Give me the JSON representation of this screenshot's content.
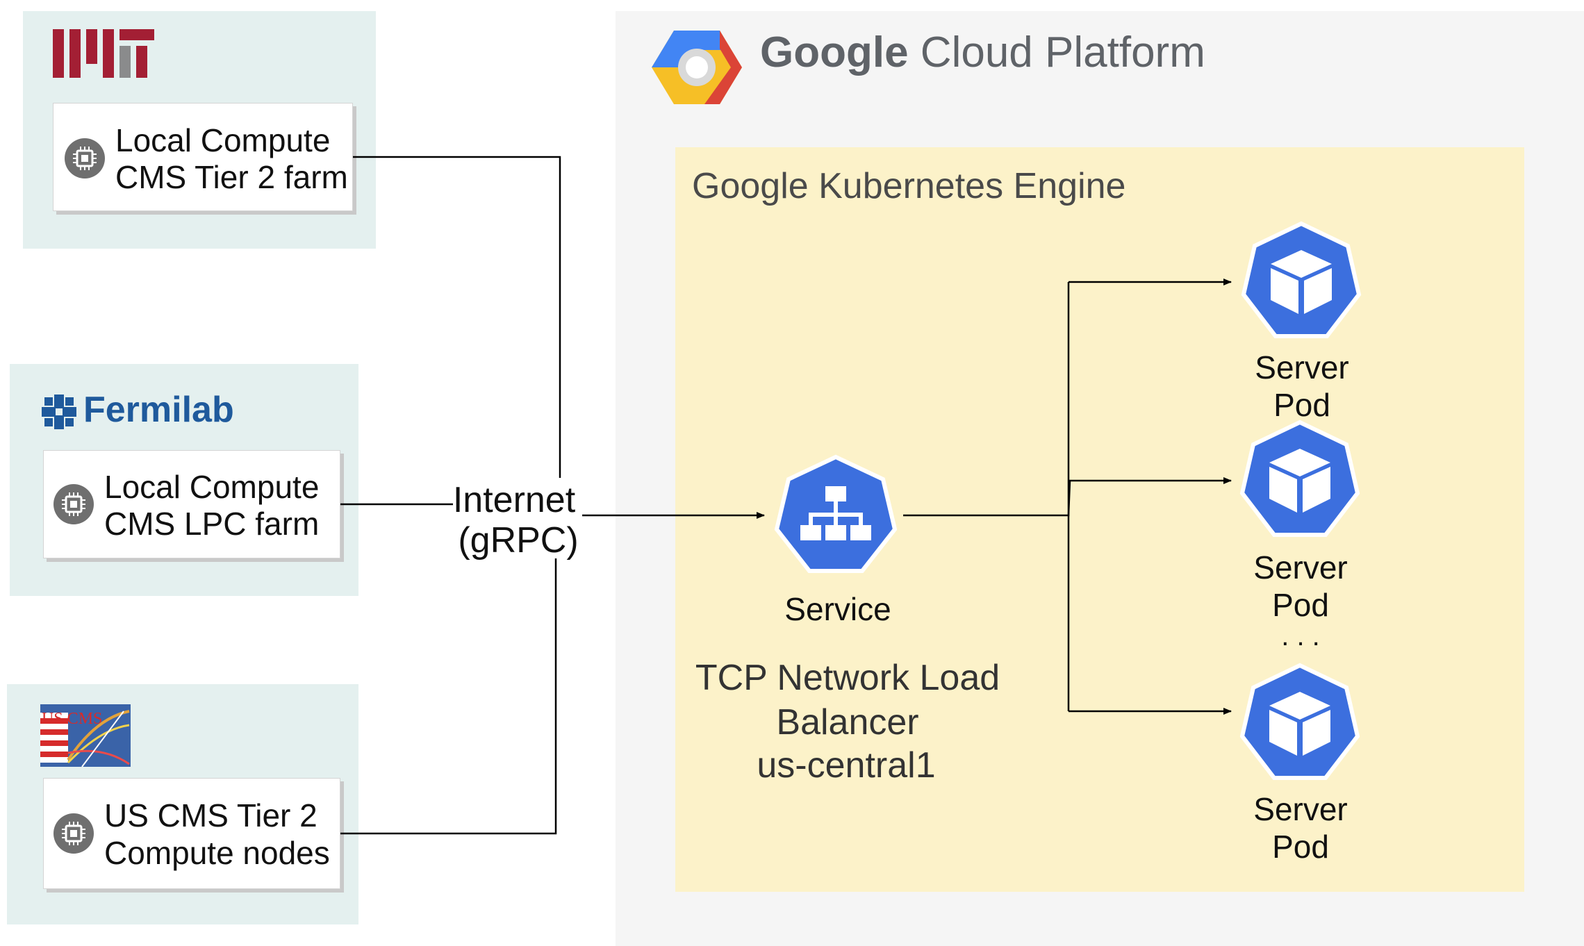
{
  "sites": [
    {
      "logo": "MIT",
      "line1": "Local Compute",
      "line2": "CMS Tier 2 farm",
      "icon": "cpu-chip-icon"
    },
    {
      "logo": "Fermilab",
      "line1": "Local Compute",
      "line2": "CMS LPC farm",
      "icon": "cpu-chip-icon"
    },
    {
      "logo": "US CMS",
      "line1": "US CMS Tier 2",
      "line2": "Compute nodes",
      "icon": "cpu-chip-icon"
    }
  ],
  "internet": {
    "line1": "Internet",
    "line2": "(gRPC)"
  },
  "gcp": {
    "title_bold": "Google",
    "title_rest": " Cloud Platform"
  },
  "gke": {
    "title": "Google Kubernetes Engine"
  },
  "service": {
    "label": "Service",
    "lb_line1": "TCP Network Load",
    "lb_line2": "Balancer",
    "lb_line3": "us-central1"
  },
  "pods": [
    {
      "line1": "Server",
      "line2": "Pod"
    },
    {
      "line1": "Server",
      "line2": "Pod"
    },
    {
      "line1": "Server",
      "line2": "Pod"
    }
  ],
  "ellipsis": ". . .",
  "colors": {
    "k8s_blue": "#3c6fde",
    "site_bg": "#e4f0ef",
    "gke_bg": "#fcf2c9",
    "gcp_bg": "#f5f5f5",
    "mit_red": "#a31f34",
    "fermilab_blue": "#1f5a9c"
  }
}
